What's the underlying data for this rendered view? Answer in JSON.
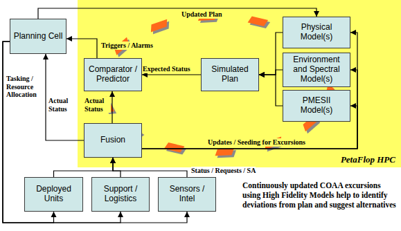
{
  "diagram": {
    "nodes": [
      {
        "text": [
          "PetaFlop HPC"
        ]
      },
      {
        "text": [
          "Planning Cell"
        ]
      },
      {
        "text": [
          "Comparator / Predictor"
        ],
        "in": 0
      },
      {
        "text": [
          "Simulated Plan"
        ],
        "in": 0
      },
      {
        "text": [
          "Physical Model(s)"
        ],
        "in": 0
      },
      {
        "text": [
          "Environment and Spectral Model(s)"
        ],
        "in": 0
      },
      {
        "text": [
          "PMESII Model(s)"
        ],
        "in": 0
      },
      {
        "text": [
          "Fusion"
        ],
        "in": 0
      },
      {
        "text": [
          "Deployed Units"
        ]
      },
      {
        "text": [
          "Support / Logistics"
        ]
      },
      {
        "text": [
          "Sensors / Intel"
        ]
      }
    ],
    "edges": [
      {
        "from": 1,
        "to": 4,
        "label": "Updated Plan",
        "arrow": "to"
      },
      {
        "from": 4,
        "to": 3,
        "arrow": "to"
      },
      {
        "from": 5,
        "to": 3,
        "arrow": "to"
      },
      {
        "from": 6,
        "to": 3,
        "arrow": "to"
      },
      {
        "from": 3,
        "to": 2,
        "label": "Expected Status",
        "arrow": "to"
      },
      {
        "from": 7,
        "to": 2,
        "label": "Actual Status",
        "arrow": "to"
      },
      {
        "from": 2,
        "to": 1,
        "label": "Triggers / Alarms",
        "arrow": "to"
      },
      {
        "from": 7,
        "to": 1,
        "label": "Actual Status",
        "arrow": "to"
      },
      {
        "from": 1,
        "to": 8,
        "label": "Tasking / Resource Allocation",
        "arrow": "to"
      },
      {
        "from": 1,
        "to": 9,
        "arrow": "to"
      },
      {
        "from": 1,
        "to": 10,
        "arrow": "to"
      },
      {
        "from": 8,
        "to": 7,
        "label": "Status / Requests / SA",
        "arrow": "to"
      },
      {
        "from": 9,
        "to": 7,
        "arrow": "to"
      },
      {
        "from": 10,
        "to": 7,
        "arrow": "to"
      },
      {
        "from": 7,
        "to": 4,
        "label": "Updates / Seeding for Excursions",
        "arrow": "to"
      },
      {
        "from": 7,
        "to": 5,
        "arrow": "to"
      },
      {
        "from": 7,
        "to": 6,
        "arrow": "to"
      }
    ],
    "labels": [
      "Continuously updated COAA excursions using High Fidelity Models help to identify deviations from plan and suggest alternatives"
    ]
  }
}
